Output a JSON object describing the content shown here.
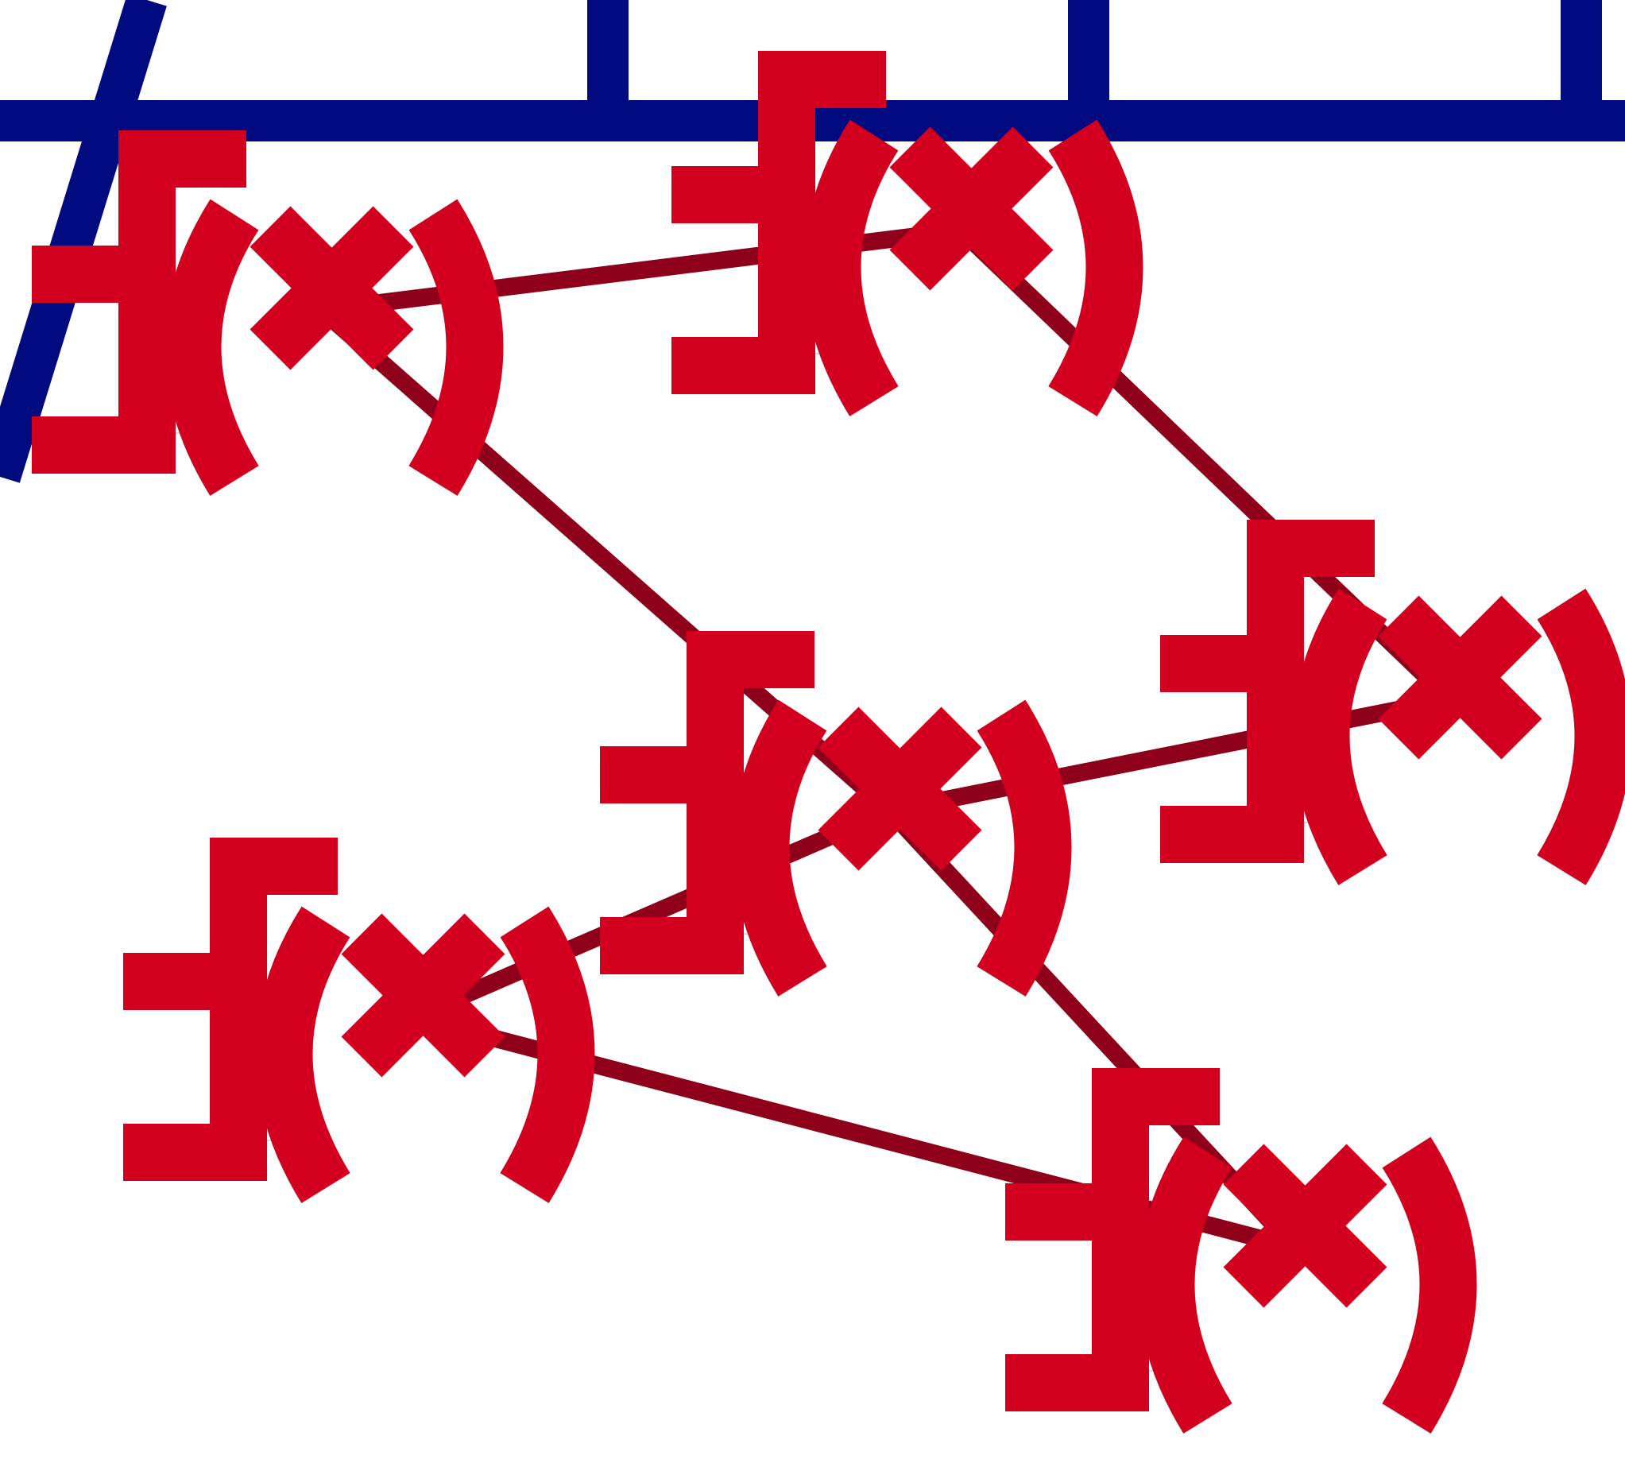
{
  "diagram": {
    "type": "network-graph",
    "node_icon": "function-fx-icon",
    "colors": {
      "frame": "#020a80",
      "edge": "#8e0019",
      "node": "#d2001e",
      "background": "#ffffff"
    },
    "nodes": [
      {
        "id": "n1"
      },
      {
        "id": "n2"
      },
      {
        "id": "n3"
      },
      {
        "id": "n4"
      },
      {
        "id": "n5"
      },
      {
        "id": "n6"
      }
    ],
    "edges": [
      {
        "from": "n1",
        "to": "n2"
      },
      {
        "from": "n1",
        "to": "n4"
      },
      {
        "from": "n2",
        "to": "n3"
      },
      {
        "from": "n3",
        "to": "n4"
      },
      {
        "from": "n4",
        "to": "n5"
      },
      {
        "from": "n4",
        "to": "n6"
      },
      {
        "from": "n5",
        "to": "n6"
      }
    ]
  }
}
